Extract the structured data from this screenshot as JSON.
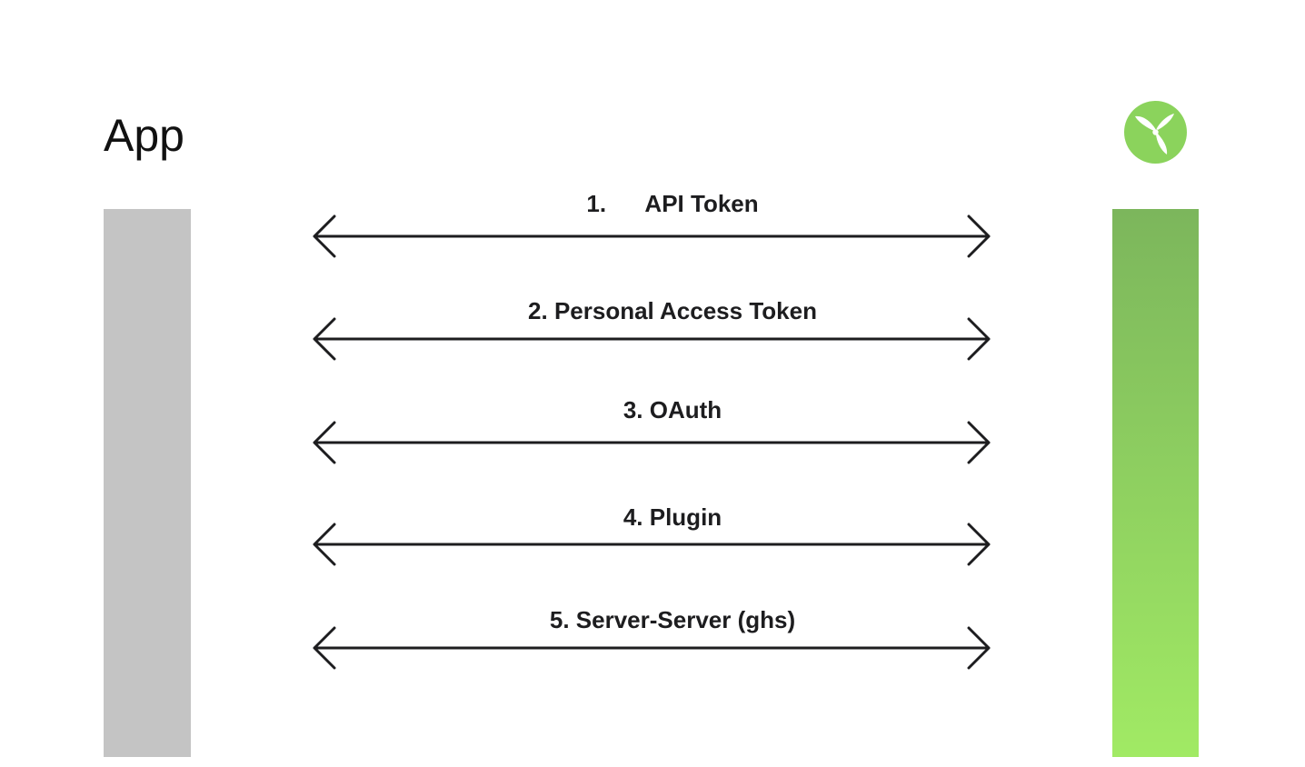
{
  "app": {
    "title": "App",
    "bar_color": "#c4c4c4"
  },
  "service": {
    "logo_icon": "propeller-logo-icon",
    "logo_color": "#8bd35c",
    "bar_gradient_top": "#7cb65c",
    "bar_gradient_bottom": "#a1ea64"
  },
  "connections": [
    {
      "label": "1.      API Token",
      "direction": "bidirectional"
    },
    {
      "label": "2. Personal Access Token",
      "direction": "bidirectional"
    },
    {
      "label": "3. OAuth",
      "direction": "bidirectional"
    },
    {
      "label": "4. Plugin",
      "direction": "bidirectional"
    },
    {
      "label": "5. Server-Server (ghs)",
      "direction": "bidirectional"
    }
  ],
  "colors": {
    "arrow": "#1d1d1f",
    "text": "#1d1d1f"
  }
}
